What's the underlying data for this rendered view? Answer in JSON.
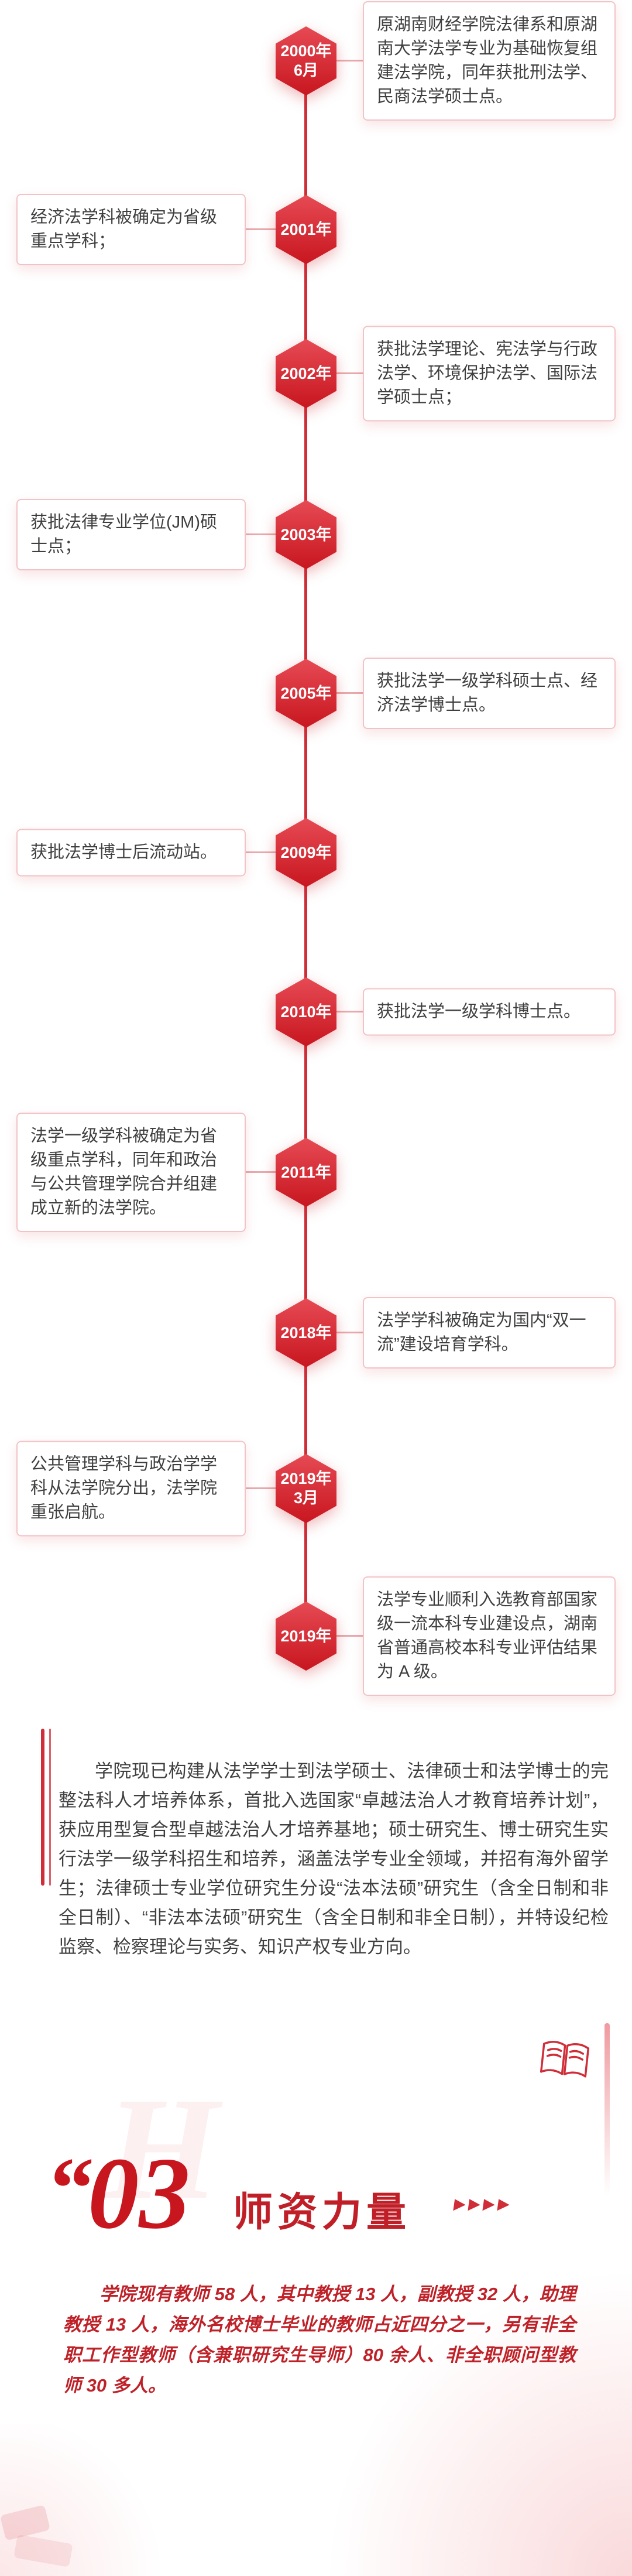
{
  "colors": {
    "accent_red": "#cf2e38",
    "deep_red": "#c8161f",
    "body_text": "#404040",
    "red_text": "#bf2128",
    "box_border": "#f2c3c6"
  },
  "timeline": {
    "items": [
      {
        "year": "2000年",
        "month": "6月",
        "side": "right",
        "text": "原湖南财经学院法律系和原湖南大学法学专业为基础恢复组建法学院，同年获批刑法学、民商法学硕士点。"
      },
      {
        "year": "2001年",
        "month": "",
        "side": "left",
        "text": "经济法学科被确定为省级重点学科；"
      },
      {
        "year": "2002年",
        "month": "",
        "side": "right",
        "text": "获批法学理论、宪法学与行政法学、环境保护法学、国际法学硕士点；"
      },
      {
        "year": "2003年",
        "month": "",
        "side": "left",
        "text": "获批法律专业学位(JM)硕士点；"
      },
      {
        "year": "2005年",
        "month": "",
        "side": "right",
        "text": "获批法学一级学科硕士点、经济法学博士点。"
      },
      {
        "year": "2009年",
        "month": "",
        "side": "left",
        "text": "获批法学博士后流动站。"
      },
      {
        "year": "2010年",
        "month": "",
        "side": "right",
        "text": "获批法学一级学科博士点。"
      },
      {
        "year": "2011年",
        "month": "",
        "side": "left",
        "text": "法学一级学科被确定为省级重点学科，同年和政治与公共管理学院合并组建成立新的法学院。"
      },
      {
        "year": "2018年",
        "month": "",
        "side": "right",
        "text": "法学学科被确定为国内“双一流”建设培育学科。"
      },
      {
        "year": "2019年",
        "month": "3月",
        "side": "left",
        "text": "公共管理学科与政治学学科从法学院分出，法学院重张启航。"
      },
      {
        "year": "2019年",
        "month": "",
        "side": "right",
        "text": "法学专业顺利入选教育部国家级一流本科专业建设点，湖南省普通高校本科专业评估结果为 A 级。"
      }
    ]
  },
  "intro_paragraph": "学院现已构建从法学学士到法学硕士、法律硕士和法学博士的完整法科人才培养体系，首批入选国家“卓越法治人才教育培养计划”，获应用型复合型卓越法治人才培养基地；硕士研究生、博士研究生实行法学一级学科招生和培养，涵盖法学专业全领域，并招有海外留学生；法律硕士专业学位研究生分设“法本法硕”研究生（含全日制和非全日制）、“非法本法硕”研究生（含全日制和非全日制），并特设纪检监察、检察理论与实务、知识产权专业方向。",
  "section_header": {
    "quote_mark": "“",
    "number": "03",
    "title": "师资力量",
    "arrows": "▶▶▶▶",
    "watermark": "H",
    "book_icon": "open-book"
  },
  "faculty_paragraph": "学院现有教师 58 人，其中教授 13 人，副教授 32 人，助理教授 13 人，海外名校博士毕业的教师占近四分之一，另有非全职工作型教师（含兼职研究生导师）80 余人、非全职顾问型教师 30 多人。"
}
